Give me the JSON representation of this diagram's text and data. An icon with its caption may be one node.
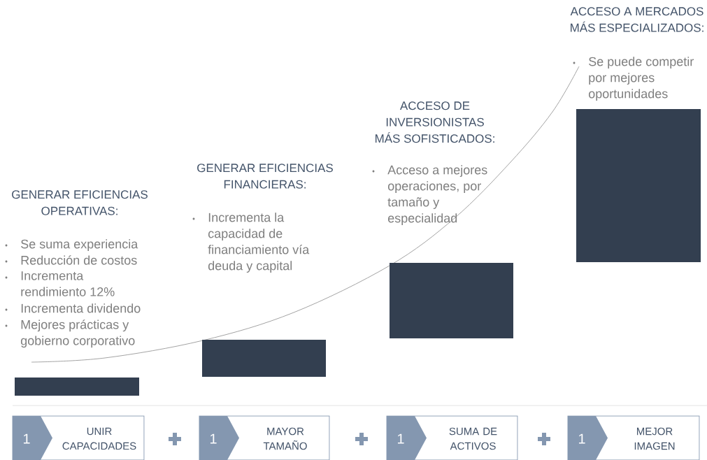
{
  "diagram": {
    "nodes": [
      {
        "text": [],
        "shape": "bar"
      },
      {
        "text": [],
        "shape": "bar"
      },
      {
        "text": [],
        "shape": "bar"
      },
      {
        "text": [],
        "shape": "bar"
      },
      {
        "text": [
          "1",
          "UNIR CAPACIDADES"
        ]
      },
      {
        "text": [
          "1",
          "MAYOR TAMAÑO"
        ]
      },
      {
        "text": [
          "1",
          "SUMA DE ACTIVOS"
        ]
      },
      {
        "text": [
          "1",
          "MEJOR IMAGEN"
        ]
      }
    ],
    "labels": [
      "GENERAR EFICIENCIAS OPERATIVAS:",
      "Se suma experiencia",
      "Reducción de costos",
      "Incrementa rendimiento 12%",
      "Incrementa dividendo",
      "Mejores prácticas y gobierno corporativo",
      "GENERAR EFICIENCIAS FINANCIERAS:",
      "Incrementa la capacidad de financiamiento vía deuda y capital",
      "ACCESO DE INVERSIONISTAS MÁS SOFISTICADOS:",
      "Acceso a mejores operaciones, por tamaño y especialidad",
      "ACCESO A MERCADOS MÁS ESPECIALIZADOS:",
      "Se puede competir por mejores oportunidades"
    ]
  }
}
